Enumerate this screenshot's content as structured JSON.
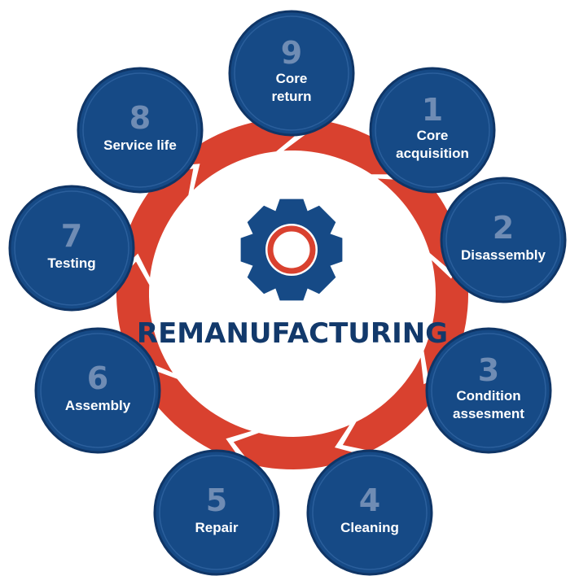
{
  "title": "REMANUFACTURING",
  "colors": {
    "ring": "#d9412f",
    "circle_fill": "#164a86",
    "circle_stroke": "#0f3566",
    "number": "#6f8cb4",
    "label": "#ffffff",
    "title": "#12396b",
    "gear": "#164a86",
    "gear_ring": "#d9412f"
  },
  "center_icon": "gear-icon",
  "steps": [
    {
      "number": "1",
      "label_lines": [
        "Core",
        "acquisition"
      ]
    },
    {
      "number": "2",
      "label_lines": [
        "Disassembly"
      ]
    },
    {
      "number": "3",
      "label_lines": [
        "Condition",
        "assesment"
      ]
    },
    {
      "number": "4",
      "label_lines": [
        "Cleaning"
      ]
    },
    {
      "number": "5",
      "label_lines": [
        "Repair"
      ]
    },
    {
      "number": "6",
      "label_lines": [
        "Assembly"
      ]
    },
    {
      "number": "7",
      "label_lines": [
        "Testing"
      ]
    },
    {
      "number": "8",
      "label_lines": [
        "Service life"
      ]
    },
    {
      "number": "9",
      "label_lines": [
        "Core",
        "return"
      ]
    }
  ]
}
